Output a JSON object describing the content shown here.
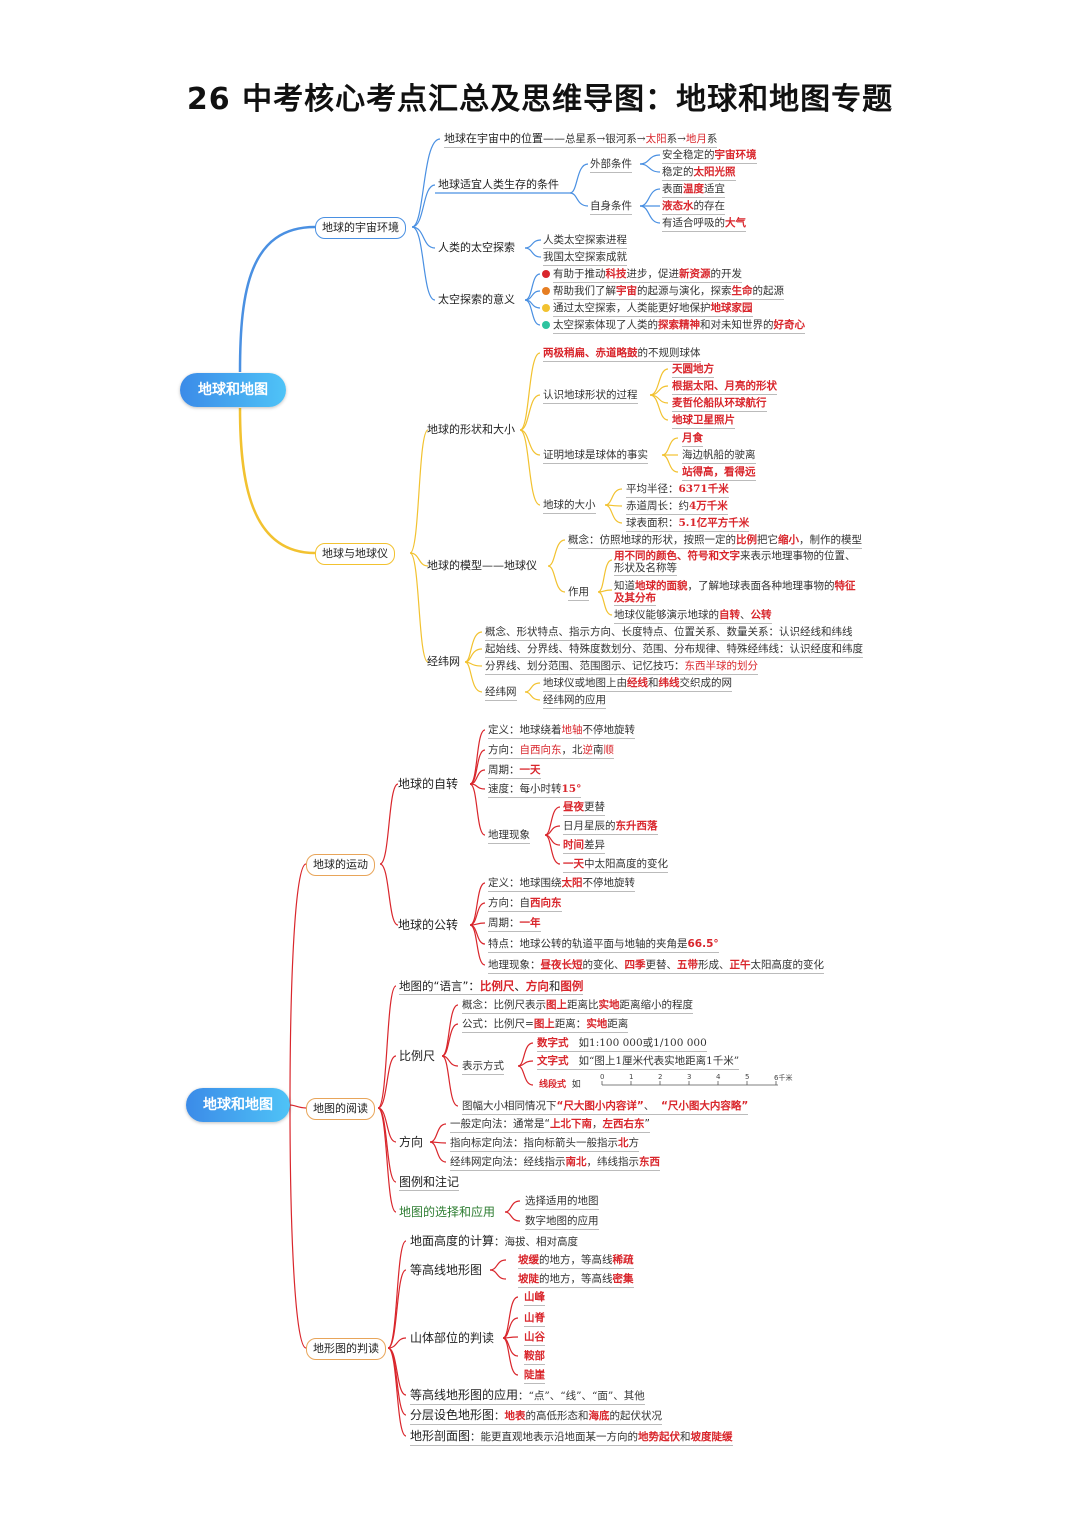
{
  "title": "26 中考核心考点汇总及思维导图：地球和地图专题",
  "colors": {
    "blue": "#4a90e2",
    "yellow": "#f2c230",
    "red": "#d9262c",
    "orange": "#e8a55a",
    "green": "#7cb342"
  },
  "map1": {
    "root": "地球和地图",
    "b1": {
      "label": "地球的宇宙环境",
      "position": {
        "label": "地球在宇宙中的位置——",
        "t1": "总星系→银河系→",
        "t2": "太阳",
        "t3": "系→",
        "t4": "地月",
        "t5": "系"
      },
      "conditions": {
        "label": "地球适宜人类生存的条件",
        "outer": {
          "label": "外部条件",
          "i1a": "安全稳定的",
          "i1b": "宇宙环境",
          "i2a": "稳定的",
          "i2b": "太阳光照"
        },
        "self": {
          "label": "自身条件",
          "i1a": "表面",
          "i1b": "温度",
          "i1c": "适宜",
          "i2a": "液态水",
          "i2b": "的存在",
          "i3a": "有适合呼吸的",
          "i3b": "大气"
        }
      },
      "explore": {
        "label": "人类的太空探索",
        "i1": "人类太空探索进程",
        "i2": "我国太空探索成就"
      },
      "meaning": {
        "label": "太空探索的意义",
        "i1a": "有助于推动",
        "i1b": "科技",
        "i1c": "进步，促进",
        "i1d": "新资源",
        "i1e": "的开发",
        "i2a": "帮助我们了解",
        "i2b": "宇宙",
        "i2c": "的起源与演化，探索",
        "i2d": "生命",
        "i2e": "的起源",
        "i3a": "通过太空探索，人类能更好地保护",
        "i3b": "地球家园",
        "i4a": "太空探索体现了人类的",
        "i4b": "探索精神",
        "i4c": "和对未知世界的",
        "i4d": "好奇心"
      }
    },
    "b2": {
      "label": "地球与地球仪",
      "shape": {
        "label": "地球的形状和大小",
        "t0a": "两极稍扁、赤道略鼓",
        "t0b": "的不规则球体",
        "process": {
          "label": "认识地球形状的过程",
          "i1": "天圆地方",
          "i2": "根据太阳、月亮的形状",
          "i3": "麦哲伦船队环球航行",
          "i4": "地球卫星照片"
        },
        "proof": {
          "label": "证明地球是球体的事实",
          "i1": "月食",
          "i2": "海边帆船的驶离",
          "i3": "站得高，看得远"
        },
        "size": {
          "label": "地球的大小",
          "i1a": "平均半径：",
          "i1b": "6371千米",
          "i2a": "赤道周长：约",
          "i2b": "4万千米",
          "i3a": "球表面积：",
          "i3b": "5.1亿平方千米"
        }
      },
      "globe": {
        "label": "地球的模型——地球仪",
        "concept": {
          "a": "概念：仿照地球的形状，按照一定的",
          "b": "比例",
          "c": "把它",
          "d": "缩小",
          "e": "，制作的模型"
        },
        "use": {
          "label": "作用",
          "i1a": "用不同的颜色、符号和文字",
          "i1b": "来表示地理事物的位置、",
          "i1c": "形状及名称等",
          "i2a": "知道",
          "i2b": "地球的面貌",
          "i2c": "，了解地球表面各种地理事物的",
          "i2d": "特征",
          "i2e": "及其分布",
          "i3a": "地球仪能够演示地球的",
          "i3b": "自转",
          "i3c": "、",
          "i3d": "公转"
        }
      },
      "grid": {
        "label": "经纬网",
        "l1": "概念、形状特点、指示方向、长度特点、位置关系、数量关系：认识经线和纬线",
        "l2": "起始线、分界线、特殊度数划分、范围、分布规律、特殊经纬线：认识经度和纬度",
        "l3a": "分界线、划分范围、范围图示、记忆技巧：",
        "l3b": "东西半球的划分",
        "sub": {
          "label": "经纬网",
          "i1a": "地球仪或地图上由",
          "i1b": "经线",
          "i1c": "和",
          "i1d": "纬线",
          "i1e": "交织成的网",
          "i2": "经纬网的应用"
        }
      }
    }
  },
  "map2": {
    "root": "地球和地图",
    "motion": {
      "label": "地球的运动",
      "rot": {
        "label": "地球的自转",
        "def_a": "定义：地球绕着",
        "def_b": "地轴",
        "def_c": "不停地旋转",
        "dir_a": "方向：",
        "dir_b": "自西向东",
        "dir_c": "，北",
        "dir_d": "逆",
        "dir_e": "南",
        "dir_f": "顺",
        "per_a": "周期：",
        "per_b": "一天",
        "spd_a": "速度：每小时转",
        "spd_b": "15°",
        "geo": {
          "label": "地理现象",
          "i1a": "昼夜",
          "i1b": "更替",
          "i2a": "日月星辰的",
          "i2b": "东升西落",
          "i3a": "时间",
          "i3b": "差异",
          "i4a": "一天",
          "i4b": "中太阳高度的变化"
        }
      },
      "rev": {
        "label": "地球的公转",
        "def_a": "定义：地球围绕",
        "def_b": "太阳",
        "def_c": "不停地旋转",
        "dir_a": "方向：自",
        "dir_b": "西向东",
        "per_a": "周期：",
        "per_b": "一年",
        "ft_a": "特点：地球公转的轨道平面与地轴的夹角是",
        "ft_b": "66.5°",
        "geo_a": "地理现象：",
        "geo_b": "昼夜长短",
        "geo_c": "的变化、",
        "geo_d": "四季",
        "geo_e": "更替、",
        "geo_f": "五带",
        "geo_g": "形成、",
        "geo_h": "正午",
        "geo_i": "太阳高度的变化"
      }
    },
    "reading": {
      "label": "地图的阅读",
      "lang_a": "地图的“语言”：",
      "lang_b": "比例尺",
      "lang_c": "、",
      "lang_d": "方向",
      "lang_e": "和",
      "lang_f": "图例",
      "scale": {
        "label": "比例尺",
        "con_a": "概念：比例尺表示",
        "con_b": "图上",
        "con_c": "距离比",
        "con_d": "实地",
        "con_e": "距离缩小的程度",
        "for_a": "公式：比例尺=",
        "for_b": "图上",
        "for_c": "距离：",
        "for_d": "实地",
        "for_e": "距离",
        "ways": {
          "label": "表示方式",
          "num_a": "数字式",
          "num_b": "如1:100 000或1/100 000",
          "txt_a": "文字式",
          "txt_b": "如“图上1厘米代表实地距离1千米”",
          "line_a": "线段式",
          "line_b": "如",
          "ticks": [
            "0",
            "1",
            "2",
            "3",
            "4",
            "5",
            "6千米"
          ]
        },
        "note_a": "图幅大小相同情况下",
        "note_b": "“尺大图小内容详”",
        "note_c": "、",
        "note_d": "“尺小图大内容略”"
      },
      "dir": {
        "label": "方向",
        "i1a": "一般定向法：通常是“",
        "i1b": "上北下南",
        "i1c": "，",
        "i1d": "左西右东",
        "i1e": "”",
        "i2a": "指向标定向法：指向标箭头一般指示",
        "i2b": "北",
        "i2c": "方",
        "i3a": "经纬网定向法：经线指示",
        "i3b": "南北",
        "i3c": "，纬线指示",
        "i3d": "东西"
      },
      "legend": "图例和注记",
      "choose": {
        "label": "地图的选择和应用",
        "i1": "选择适用的地图",
        "i2": "数字地图的应用"
      }
    },
    "terrain": {
      "label": "地形图的判读",
      "h_a": "地面高度的计算",
      "h_b": "：海拔、相对高度",
      "contour": {
        "label": "等高线地形图",
        "i1a": "坡缓",
        "i1b": "的地方，等高线",
        "i1c": "稀疏",
        "i2a": "坡陡",
        "i2b": "的地方，等高线",
        "i2c": "密集"
      },
      "parts": {
        "label": "山体部位的判读",
        "items": [
          "山峰",
          "山脊",
          "山谷",
          "鞍部",
          "陡崖"
        ]
      },
      "app_a": "等高线地形图的应用",
      "app_b": "：“点”、“线”、“面”、其他",
      "layer_a": "分层设色地形图",
      "layer_b": "：",
      "layer_c": "地表",
      "layer_d": "的高低形态和",
      "layer_e": "海底",
      "layer_f": "的起伏状况",
      "sec_a": "地形剖面图",
      "sec_b": "：能更直观地表示沿地面某一方向的",
      "sec_c": "地势起伏",
      "sec_d": "和",
      "sec_e": "坡度陡缓"
    }
  }
}
